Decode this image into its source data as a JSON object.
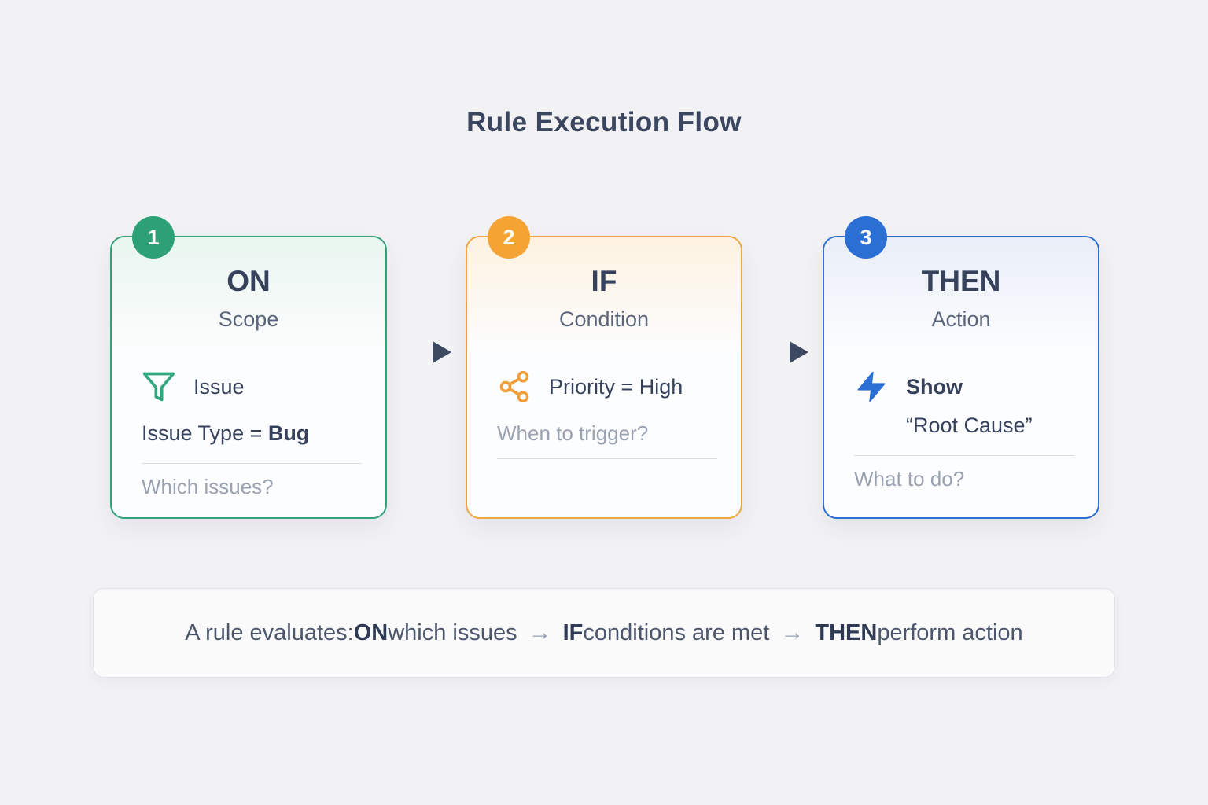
{
  "title": "Rule Execution Flow",
  "cards": [
    {
      "badge": "1",
      "title": "ON",
      "subtitle": "Scope",
      "icon": "funnel-icon",
      "item_label": "Issue",
      "detail_prefix": "Issue Type = ",
      "detail_bold": "Bug",
      "question": "Which issues?",
      "accent": "#33a279"
    },
    {
      "badge": "2",
      "title": "IF",
      "subtitle": "Condition",
      "icon": "branch-icon",
      "detail": "Priority = High",
      "question": "When to trigger?",
      "accent": "#f0a63e"
    },
    {
      "badge": "3",
      "title": "THEN",
      "subtitle": "Action",
      "icon": "bolt-icon",
      "action_label": "Show",
      "action_value": "“Root Cause”",
      "question": "What to do?",
      "accent": "#2b6fd4"
    }
  ],
  "summary": {
    "prefix": "A rule evaluates: ",
    "on": "ON",
    "on_rest": " which issues",
    "arrow": "→",
    "if": "IF",
    "if_rest": " conditions are met",
    "then": "THEN",
    "then_rest": " perform action"
  },
  "colors": {
    "background": "#f2f1f4",
    "card_green": "#33a279",
    "card_orange": "#f0a63e",
    "card_blue": "#2b6fd4",
    "flow_arrow": "#44506a",
    "text_dark": "#36415c",
    "text_muted": "#9aa2b2"
  }
}
